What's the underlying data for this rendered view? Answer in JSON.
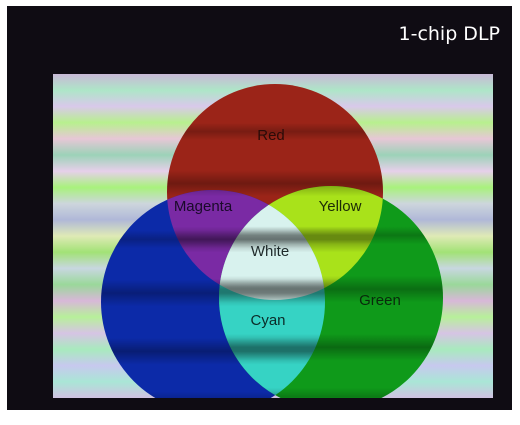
{
  "caption": "1-chip DLP",
  "labels": {
    "red": "Red",
    "yellow": "Yellow",
    "magenta": "Magenta",
    "white": "White",
    "cyan": "Cyan",
    "green": "Green"
  },
  "colors": {
    "frame": "#0f0c13",
    "red": "#9b2418",
    "green": "#0f9a1a",
    "blue": "#0c2aa8",
    "yellow": "#a9e21a",
    "magenta": "#7a2aa4",
    "cyan": "#36d3c4",
    "white": "#d8f2ee"
  }
}
